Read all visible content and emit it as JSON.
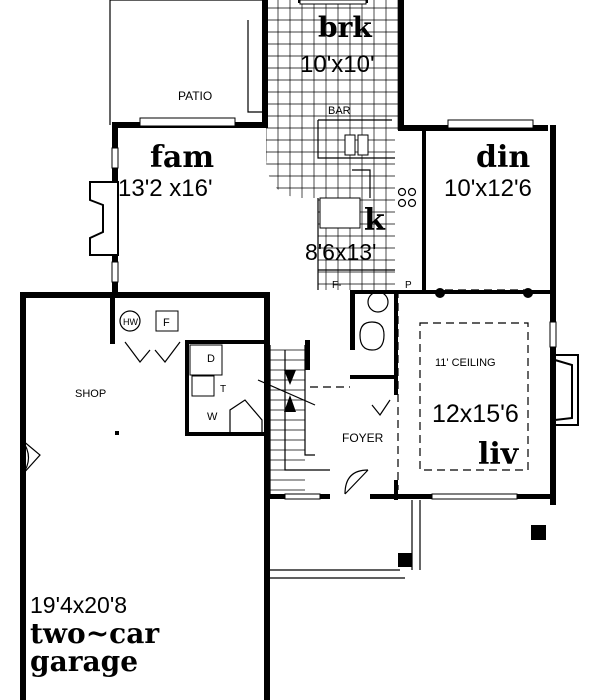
{
  "plan": {
    "patio": "PATIO",
    "breakfast": {
      "name": "brk",
      "size": "10'x10'"
    },
    "bar": "BAR",
    "family": {
      "name": "fam",
      "size": "13'2 x16'"
    },
    "dining": {
      "name": "din",
      "size": "10'x12'6"
    },
    "kitchen": {
      "name": "k",
      "size": "8'6x13'"
    },
    "kitchen_labels": {
      "fridge": "F-",
      "pantry": "P"
    },
    "utility": {
      "water_heater": "HW",
      "furnace": "F",
      "dryer": "D",
      "tub": "T",
      "washer": "W"
    },
    "shop": "SHOP",
    "living": {
      "ceiling": "11' CEILING",
      "size": "12x15'6",
      "name": "liv"
    },
    "foyer": "FOYER",
    "garage": {
      "size": "19'4x20'8",
      "name_line1": "two~car",
      "name_line2": "garage"
    }
  }
}
